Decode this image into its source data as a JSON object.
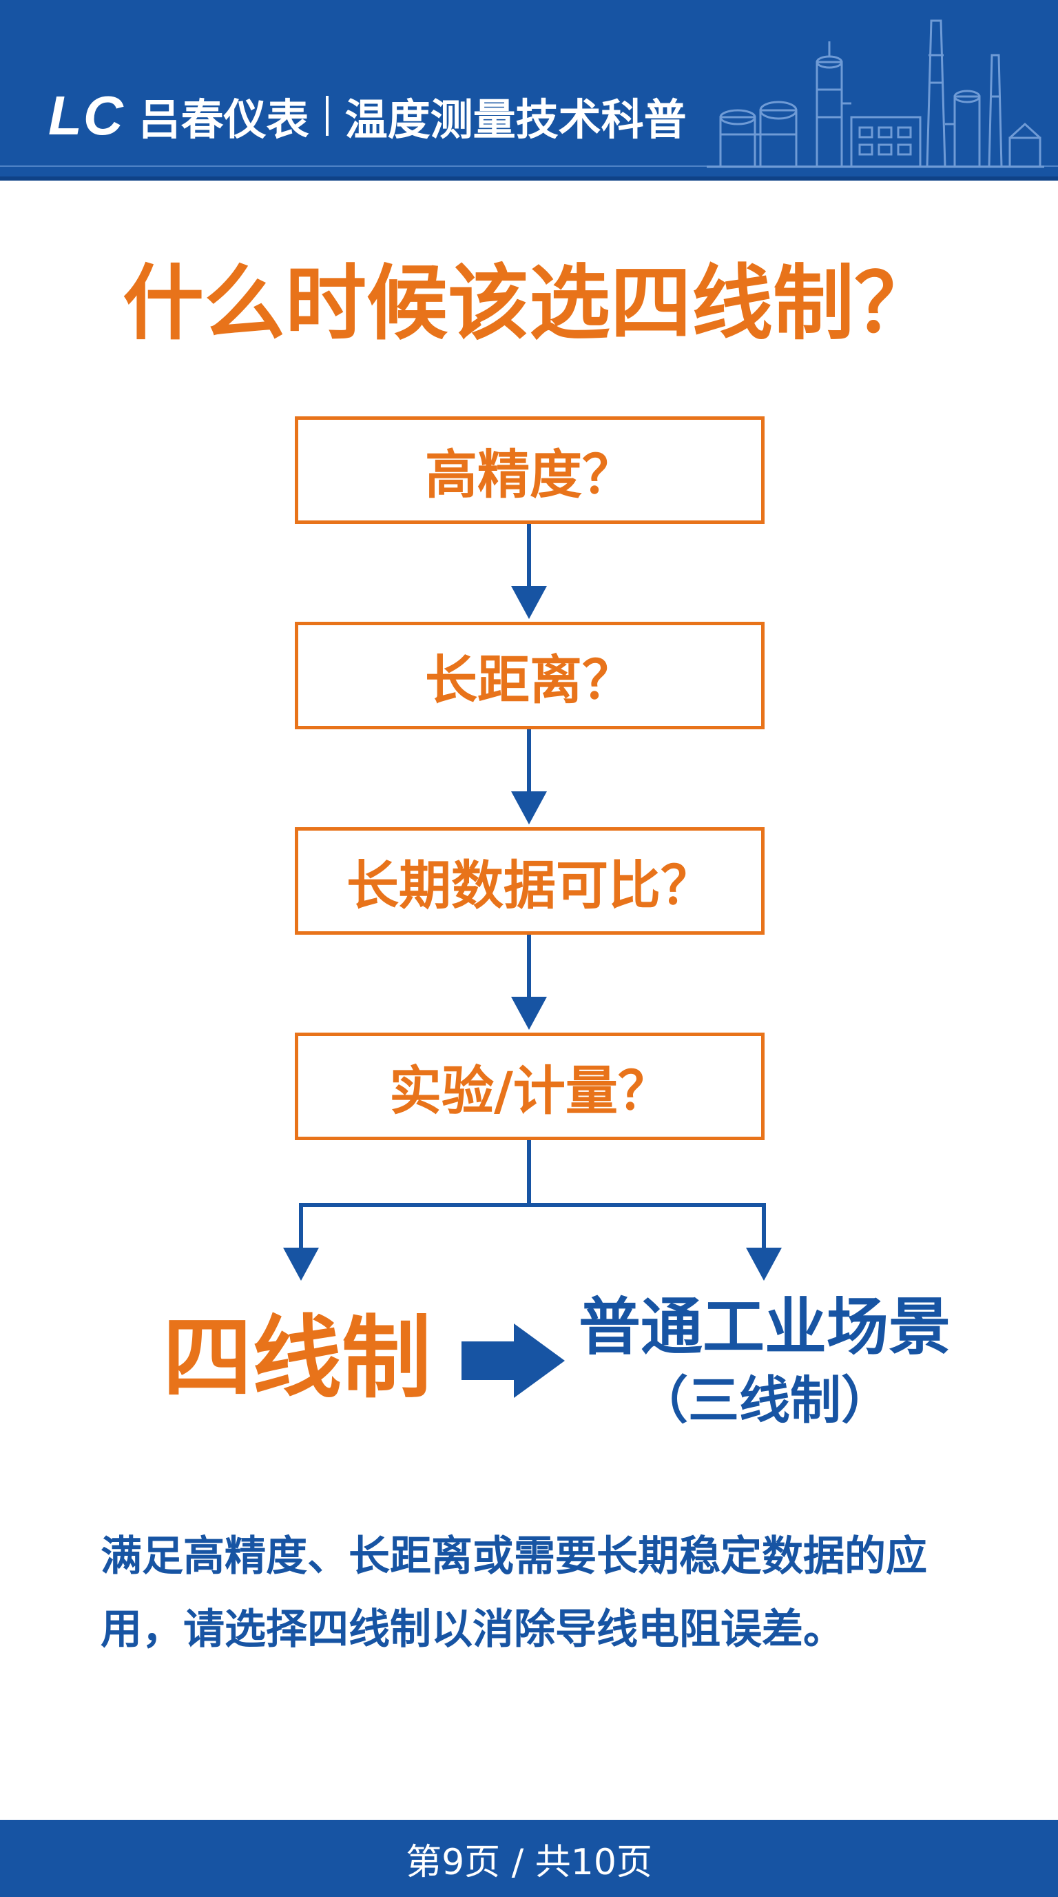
{
  "header": {
    "logo": "LC",
    "company": "吕春仪表",
    "subject": "温度测量技术科普"
  },
  "title": "什么时候该选四线制？",
  "steps": [
    "高精度？",
    "长距离？",
    "长期数据可比？",
    "实验/计量？"
  ],
  "results": {
    "main": "四线制",
    "alt_line1": "普通工业场景",
    "alt_line2": "（三线制）"
  },
  "summary": "满足高精度、长距离或需要长期稳定数据的应用，请选择四线制以消除导线电阻误差。",
  "footer": {
    "page_label": "第9页 / 共10页"
  },
  "colors": {
    "primary_blue": "#1754a3",
    "accent_orange": "#e8731a"
  }
}
